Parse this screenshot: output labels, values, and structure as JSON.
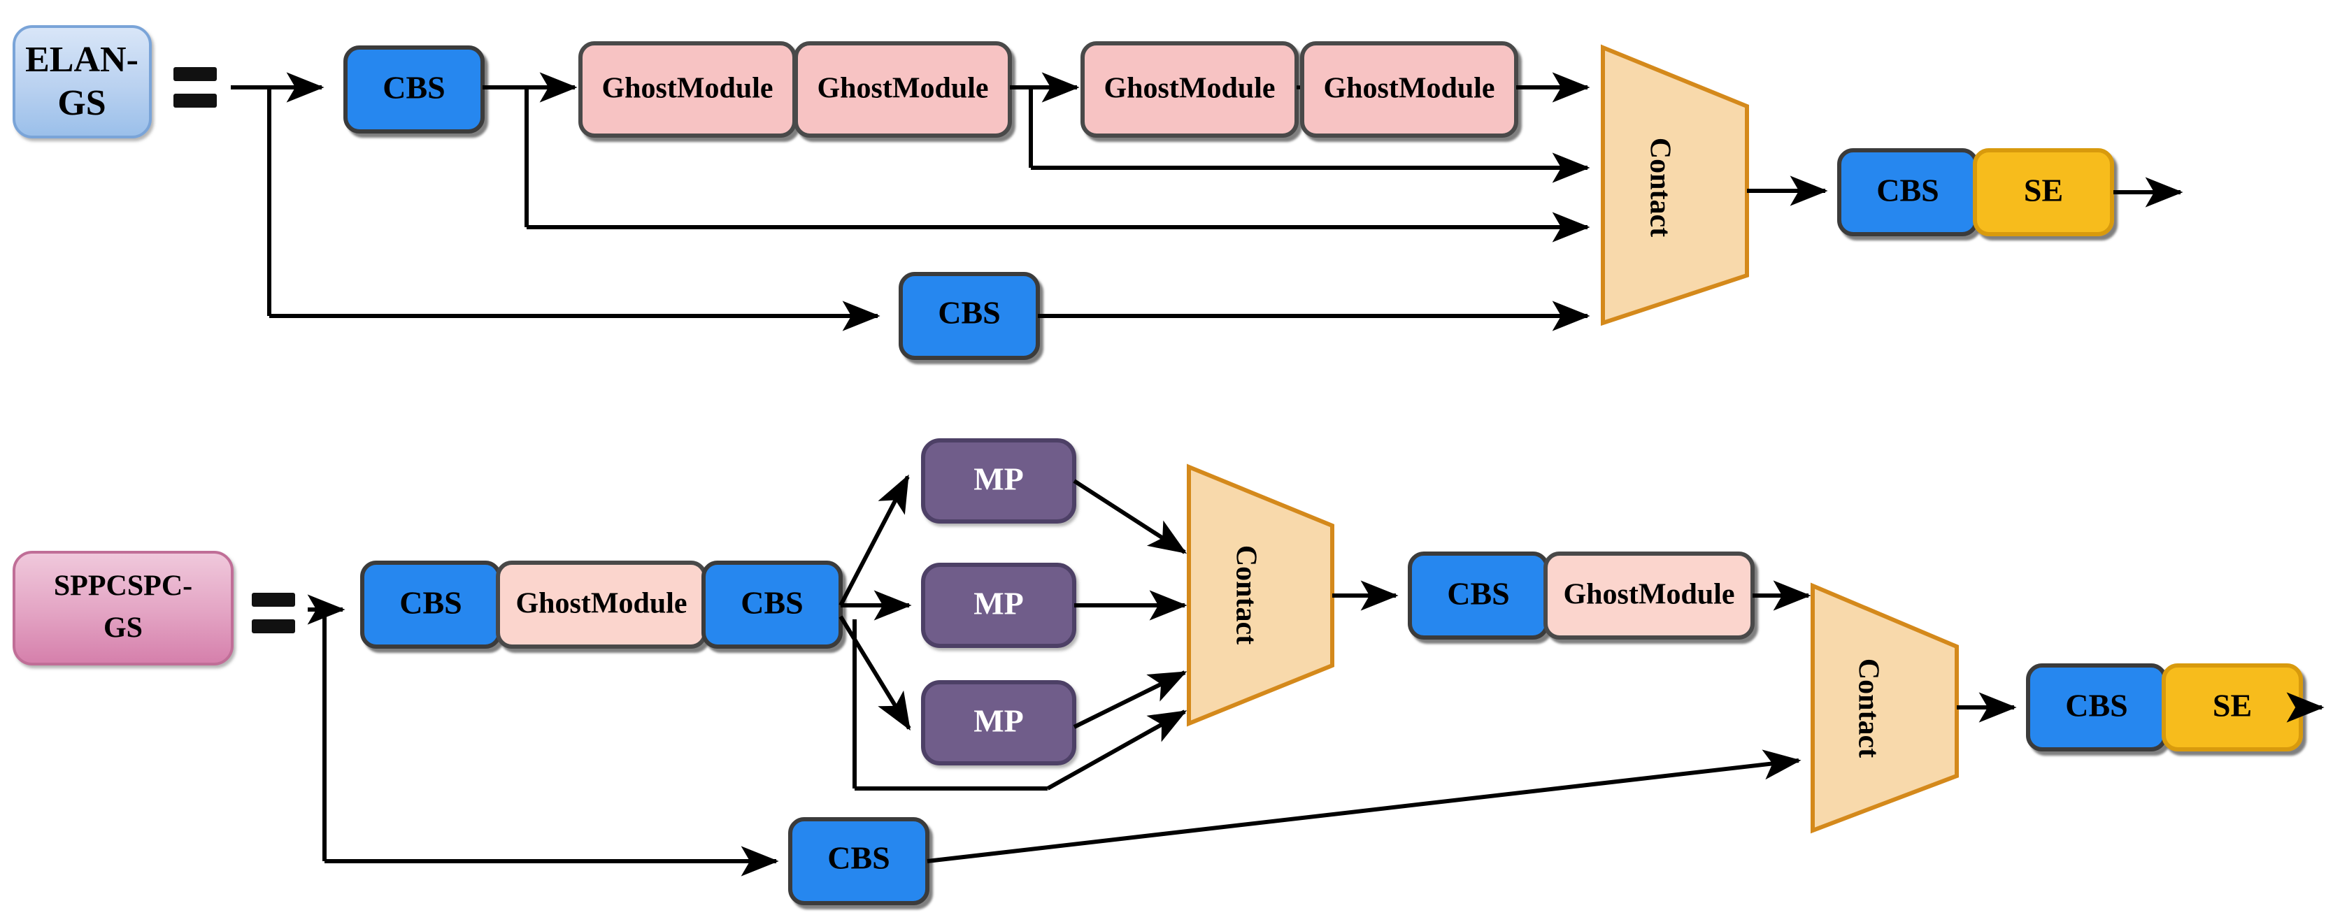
{
  "figure": {
    "type": "architecture-block-diagram",
    "background": "#ffffff",
    "rows": [
      {
        "id": "row-elan-gs",
        "equation_symbol": "="
      },
      {
        "id": "row-sppcspc-gs",
        "equation_symbol": "="
      }
    ]
  },
  "colors": {
    "cbs_fill": "#2787ef",
    "cbs_stroke": "#3a3a3a",
    "ghost_fill_dark": "#f7c3c3",
    "ghost_fill_light": "#fbd5cd",
    "ghost_stroke": "#4a4a4a",
    "mp_fill": "#6f5d8a",
    "mp_stroke": "#4e3f66",
    "contact_fill": "#f8d9ab",
    "contact_stroke": "#d4891b",
    "se_fill": "#f7bc1c",
    "se_stroke": "#d89a0d",
    "elan_fill_top": "#cfe0f5",
    "elan_fill_bottom": "#9fc0ea",
    "elan_stroke": "#7aa4d8",
    "sppcspc_fill_top": "#edc0d7",
    "sppcspc_fill_bottom": "#d885ad",
    "sppcspc_stroke": "#c06e97",
    "edge": "#000000"
  },
  "row1": {
    "name": "ELAN-GS",
    "title_lines": [
      "ELAN-",
      "GS"
    ],
    "equals": "=",
    "blocks": {
      "cbs_in": "CBS",
      "ghost_a1": "GhostModule",
      "ghost_a2": "GhostModule",
      "ghost_b1": "GhostModule",
      "ghost_b2": "GhostModule",
      "contact": "Contact",
      "cbs_out": "CBS",
      "se_out": "SE",
      "cbs_skip": "CBS"
    }
  },
  "row2": {
    "name": "SPPCSPC-GS",
    "title_lines": [
      "SPPCSPC-",
      "GS"
    ],
    "equals": "=",
    "blocks": {
      "cbs_1": "CBS",
      "ghost_1": "GhostModule",
      "cbs_2": "CBS",
      "mp_1": "MP",
      "mp_2": "MP",
      "mp_3": "MP",
      "contact_1": "Contact",
      "cbs_3": "CBS",
      "ghost_2": "GhostModule",
      "contact_2": "Contact",
      "cbs_out": "CBS",
      "se_out": "SE",
      "cbs_skip": "CBS"
    }
  }
}
